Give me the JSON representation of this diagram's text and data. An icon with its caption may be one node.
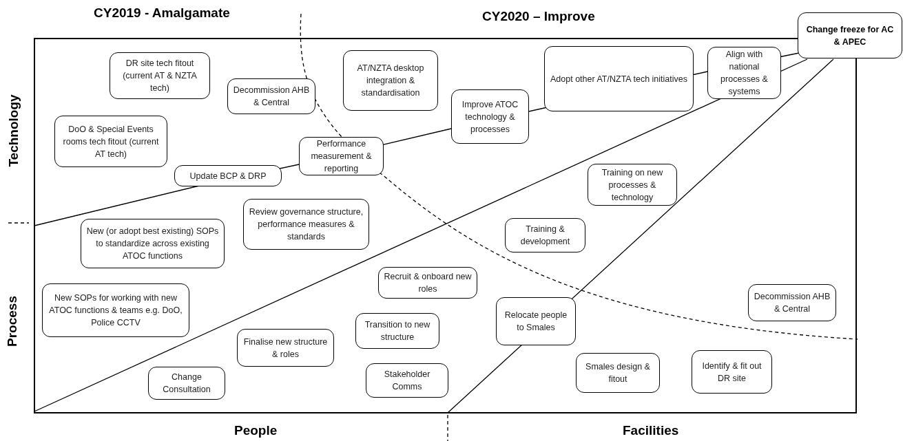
{
  "diagram": {
    "nodes": [
      {
        "text": [
          "DR site tech fitout (current AT & NZTA tech)"
        ]
      },
      {
        "text": [
          "Decommission AHB & Central"
        ]
      },
      {
        "text": [
          "AT/NZTA desktop integration & standardisation"
        ]
      },
      {
        "text": [
          "Adopt other AT/NZTA tech initiatives"
        ]
      },
      {
        "text": [
          "Align with national processes & systems"
        ]
      },
      {
        "text": [
          "Change freeze for AC & APEC"
        ]
      },
      {
        "text": [
          "Improve ATOC technology & processes"
        ]
      },
      {
        "text": [
          "DoO & Special Events rooms tech fitout (current AT tech)"
        ]
      },
      {
        "text": [
          "Performance measurement & reporting"
        ]
      },
      {
        "text": [
          "Update BCP & DRP"
        ]
      },
      {
        "text": [
          "Training on new processes & technology"
        ]
      },
      {
        "text": [
          "Review governance structure, performance measures & standards"
        ]
      },
      {
        "text": [
          "New (or adopt best existing) SOPs to standardize across existing ATOC functions"
        ]
      },
      {
        "text": [
          "Training & development"
        ]
      },
      {
        "text": [
          "Recruit & onboard new roles"
        ]
      },
      {
        "text": [
          "Decommission AHB & Central"
        ]
      },
      {
        "text": [
          "New SOPs for working with new ATOC functions & teams e.g. DoO, Police CCTV"
        ]
      },
      {
        "text": [
          "Relocate people to Smales"
        ]
      },
      {
        "text": [
          "Transition to new structure"
        ]
      },
      {
        "text": [
          "Finalise new structure & roles"
        ]
      },
      {
        "text": [
          "Stakeholder Comms"
        ]
      },
      {
        "text": [
          "Smales design & fitout"
        ]
      },
      {
        "text": [
          "Identify & fit out DR site"
        ]
      },
      {
        "text": [
          "Change Consultation"
        ]
      }
    ],
    "labels": [
      "CY2019 - Amalgamate",
      "CY2020 – Improve",
      "Technology",
      "Process",
      "People",
      "Facilities"
    ]
  }
}
